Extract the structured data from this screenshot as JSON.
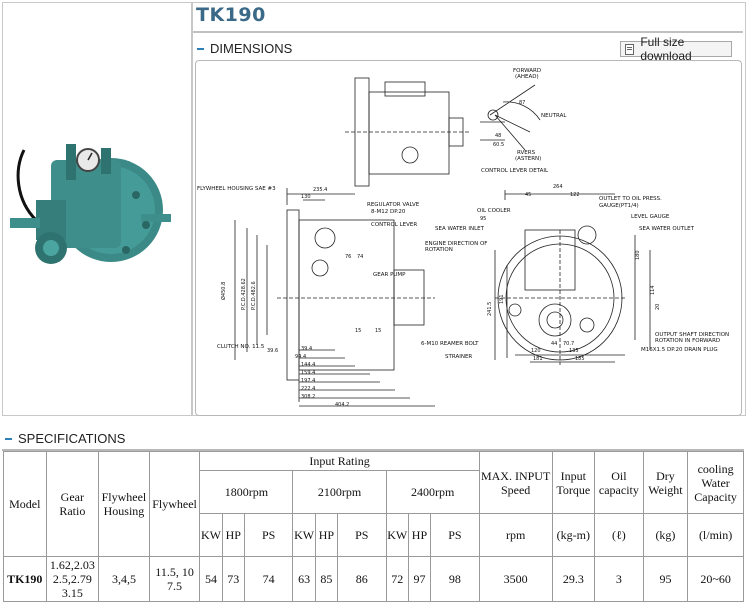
{
  "model_title": "TK190",
  "dimensions": {
    "heading": "DIMENSIONS",
    "download_label": "Full size download",
    "labels": {
      "forward": "FORWARD",
      "ahead": "(AHEAD)",
      "neutral": "NEUTRAL",
      "revers": "RVERS",
      "astern": "(ASTERN)",
      "lever_detail": "CONTROL LEVER DETAIL",
      "flywheel_housing": "FLYWHEEL HOUSING SAE #3",
      "regulator_valve": "REGULATOR VALVE",
      "regulator_size": "8-M12 DP.20",
      "control_lever": "CONTROL LEVER",
      "gear_pump": "GEAR PUMP",
      "clutch": "CLUTCH NO. 11.5",
      "oil_cooler": "OIL COOLER",
      "outlet": "OUTLET TO OIL PRESS.",
      "gauge": "GAUGE(PT1/4)",
      "level_gauge": "LEVEL GAUGE",
      "sea_water_inlet": "SEA WATER INLET",
      "sea_water_outlet": "SEA WATER OUTLET",
      "engine_direction": "ENGINE DIRECTION OF",
      "rotation": "ROTATION",
      "reamer_bolt": "6-M10 REAMER BOLT",
      "strainer": "STRAINER",
      "output_shaft": "OUTPUT SHAFT DIRECTION",
      "rotation_forward": "ROTATION IN FORWARD",
      "drain_plug": "M16X1.5 DP.20 DRAIN PLUG"
    },
    "numbers": {
      "d235": "235.4",
      "d130": "130",
      "d264": "264",
      "d45": "45",
      "d122": "122",
      "d87": "87",
      "d48": "48",
      "d605": "60.5",
      "d95": "95",
      "d39a": "39.4",
      "d944": "94.4",
      "d1444": "144.4",
      "d1594": "159.4",
      "d1974": "197.4",
      "d2224": "222.4",
      "d3082": "308.2",
      "d4042": "404.2",
      "d396": "39.6",
      "d15a": "15",
      "d15b": "15",
      "d76": "76",
      "d74": "74",
      "d4508": "Ø450.8",
      "d428": "P.C.D.428.62",
      "d4826": "P.C.D.482.6",
      "d2415": "241.5",
      "d191": "191",
      "d120": "120",
      "d181": "181",
      "d185": "185",
      "d44": "44",
      "d707": "70.7",
      "d135": "135",
      "d180": "180",
      "d114": "114",
      "d20": "20"
    }
  },
  "specifications": {
    "heading": "SPECIFICATIONS",
    "headers": {
      "model": "Model",
      "gear_ratio": "Gear Ratio",
      "flywheel_housing": "Flywheel Housing",
      "flywheel": "Flywheel",
      "input_rating": "Input Rating",
      "rpm_1800": "1800rpm",
      "rpm_2100": "2100rpm",
      "rpm_2400": "2400rpm",
      "kw": "KW",
      "hp": "HP",
      "ps": "PS",
      "max_input_speed": "MAX. INPUT Speed",
      "input_torque": "Input Torque",
      "oil_capacity": "Oil capacity",
      "dry_weight": "Dry Weight",
      "cooling_water": "cooling Water Capacity",
      "unit_rpm": "rpm",
      "unit_torque": "(kg-m)",
      "unit_oil": "(ℓ)",
      "unit_weight": "(kg)",
      "unit_water": "(l/min)"
    },
    "row": {
      "model": "TK190",
      "gear_ratio": "1.62,2.03 2.5,2.79 3.15",
      "flywheel_housing": "3,4,5",
      "flywheel": "11.5, 10 7.5",
      "r1800": {
        "kw": "54",
        "hp": "73",
        "ps": "74"
      },
      "r2100": {
        "kw": "63",
        "hp": "85",
        "ps": "86"
      },
      "r2400": {
        "kw": "72",
        "hp": "97",
        "ps": "98"
      },
      "max_speed": "3500",
      "torque": "29.3",
      "oil": "3",
      "weight": "95",
      "water": "20~60"
    }
  },
  "colors": {
    "title": "#3a6a88",
    "gearbox_body": "#3e8f8c",
    "section_bullet": "#2d7fb8"
  }
}
